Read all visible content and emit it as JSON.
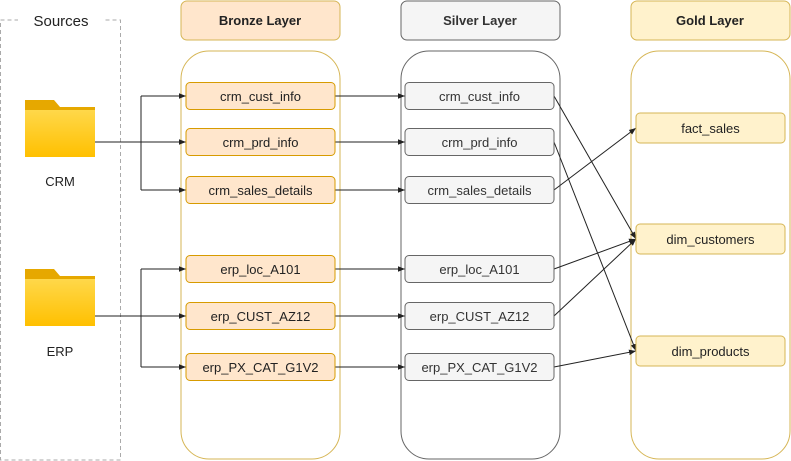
{
  "sources": {
    "title": "Sources",
    "crm": {
      "label": "CRM",
      "icon": "folder-icon"
    },
    "erp": {
      "label": "ERP",
      "icon": "folder-icon"
    }
  },
  "bronze": {
    "title": "Bronze Layer",
    "header_fill": "#ffe6cc",
    "border": "#d6b656",
    "node_fill": "#ffe6cc",
    "node_border": "#d79b00",
    "tables": [
      "crm_cust_info",
      "crm_prd_info",
      "crm_sales_details",
      "erp_loc_A101",
      "erp_CUST_AZ12",
      "erp_PX_CAT_G1V2"
    ]
  },
  "silver": {
    "title": "Silver Layer",
    "header_fill": "#f5f5f5",
    "border": "#666666",
    "node_fill": "#f5f5f5",
    "node_border": "#666666",
    "text_color": "#333333",
    "tables": [
      "crm_cust_info",
      "crm_prd_info",
      "crm_sales_details",
      "erp_loc_A101",
      "erp_CUST_AZ12",
      "erp_PX_CAT_G1V2"
    ]
  },
  "gold": {
    "title": "Gold Layer",
    "header_fill": "#fff2cc",
    "border": "#d6b656",
    "node_fill": "#fff2cc",
    "node_border": "#d6b656",
    "tables": [
      "fact_sales",
      "dim_customers",
      "dim_products"
    ]
  },
  "folder_color": "#ffc000",
  "edges": {
    "crm_to_bronze": [
      0,
      1,
      2
    ],
    "erp_to_bronze": [
      3,
      4,
      5
    ],
    "bronze_to_silver": [
      [
        0,
        0
      ],
      [
        1,
        1
      ],
      [
        2,
        2
      ],
      [
        3,
        3
      ],
      [
        4,
        4
      ],
      [
        5,
        5
      ]
    ],
    "silver_to_gold": [
      [
        0,
        1
      ],
      [
        1,
        2
      ],
      [
        2,
        0
      ],
      [
        3,
        1
      ],
      [
        4,
        1
      ],
      [
        5,
        2
      ]
    ]
  }
}
